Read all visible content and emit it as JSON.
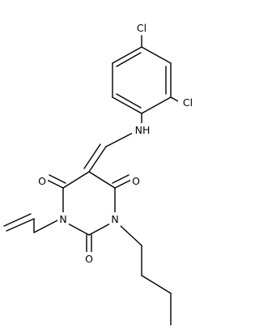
{
  "structure": {
    "labels": {
      "cl_top": "Cl",
      "cl_right": "Cl",
      "nh": "NH",
      "o_left": "O",
      "o_right": "O",
      "n_left": "N",
      "n_right": "N",
      "o_bottom": "O"
    },
    "colors": {
      "bond": "#000000",
      "text": "#000000",
      "background": "#ffffff"
    }
  }
}
